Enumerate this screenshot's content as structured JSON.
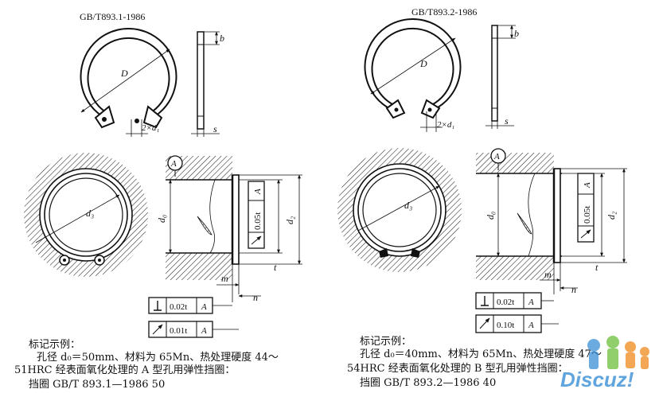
{
  "figures": [
    {
      "standard": "GB/T893.1-1986",
      "labels": {
        "D": "D",
        "b": "b",
        "s": "s",
        "hole": "2×d₁",
        "d3": "d₃",
        "d0": "d₀",
        "d2": "d₂",
        "t": "t",
        "m": "m",
        "n": "n",
        "datum": "A",
        "perp_val": "0.02t",
        "perp_ref": "A",
        "run_val": "0.01t",
        "run_ref": "A",
        "side_val": "0.05t",
        "side_ref": "A"
      },
      "example": {
        "heading": "标记示例：",
        "line1": "孔径 d₀＝50mm、材料为 65Mn、热处理硬度 44～",
        "line2": "51HRC 经表面氧化处理的 A 型孔用弹性挡圈：",
        "line3": "挡圈    GB/T 893.1—1986    50"
      }
    },
    {
      "standard": "GB/T893.2-1986",
      "labels": {
        "D": "D",
        "b": "b",
        "s": "s",
        "hole": "2×d₁",
        "d3": "d₃",
        "d0": "d₀",
        "d2": "d₂",
        "t": "t",
        "m": "m",
        "n": "n",
        "datum": "A",
        "perp_val": "0.02t",
        "perp_ref": "A",
        "run_val": "0.10t",
        "run_ref": "A",
        "side_val": "0.05t",
        "side_ref": "A"
      },
      "example": {
        "heading": "标记示例：",
        "line1": "孔径 d₀＝40mm、材料为 65Mn、热处理硬度 47～",
        "line2": "54HRC 经表面氧化处理的 B 型孔用弹性挡圈：",
        "line3": "挡圈    GB/T 893.2—1986    40"
      }
    }
  ],
  "watermark": {
    "text": "Discuz!",
    "colors": {
      "blue": "#3a8fd6",
      "orange": "#f08a1c",
      "green": "#6cbf3a"
    }
  }
}
